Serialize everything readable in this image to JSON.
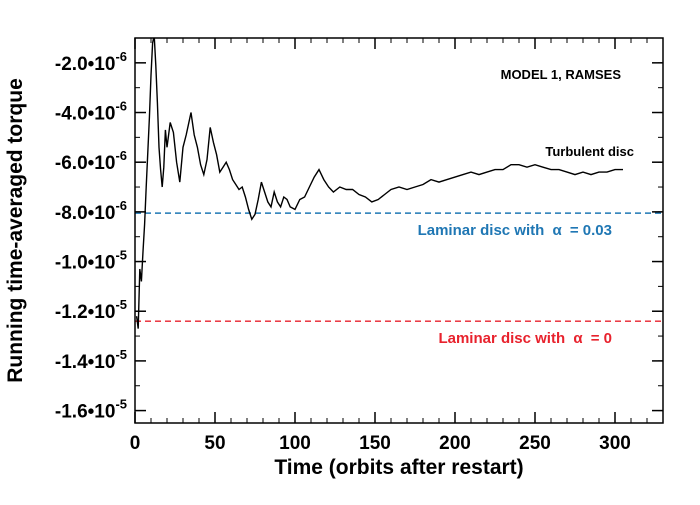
{
  "chart_data": {
    "type": "line",
    "title": "",
    "xlabel": "Time (orbits after restart)",
    "ylabel": "Running time-averaged torque",
    "xlim": [
      0,
      330
    ],
    "ylim": [
      -1.65e-05,
      -1e-06
    ],
    "grid": false,
    "x_ticks": [
      {
        "value": 0,
        "label": "0"
      },
      {
        "value": 50,
        "label": "50"
      },
      {
        "value": 100,
        "label": "100"
      },
      {
        "value": 150,
        "label": "150"
      },
      {
        "value": 200,
        "label": "200"
      },
      {
        "value": 250,
        "label": "250"
      },
      {
        "value": 300,
        "label": "300"
      }
    ],
    "y_ticks": [
      {
        "value": -2e-06,
        "mantissa": "-2.0",
        "exponent": "-6"
      },
      {
        "value": -4e-06,
        "mantissa": "-4.0",
        "exponent": "-6"
      },
      {
        "value": -6e-06,
        "mantissa": "-6.0",
        "exponent": "-6"
      },
      {
        "value": -8e-06,
        "mantissa": "-8.0",
        "exponent": "-6"
      },
      {
        "value": -1e-05,
        "mantissa": "-1.0",
        "exponent": "-5"
      },
      {
        "value": -1.2e-05,
        "mantissa": "-1.2",
        "exponent": "-5"
      },
      {
        "value": -1.4e-05,
        "mantissa": "-1.4",
        "exponent": "-5"
      },
      {
        "value": -1.6e-05,
        "mantissa": "-1.6",
        "exponent": "-5"
      }
    ],
    "model_label": "MODEL 1, RAMSES",
    "series": [
      {
        "name": "Turbulent disc",
        "color": "#000000",
        "style": "solid",
        "x": [
          1,
          2,
          3,
          4,
          5,
          6,
          7,
          8,
          9,
          10,
          11,
          12,
          13,
          14,
          15,
          16,
          17,
          18,
          19,
          20,
          22,
          24,
          26,
          28,
          30,
          32,
          34,
          35,
          37,
          39,
          41,
          43,
          45,
          47,
          49,
          51,
          53,
          55,
          57,
          59,
          61,
          63,
          65,
          67,
          69,
          71,
          73,
          75,
          77,
          79,
          81,
          83,
          85,
          87,
          89,
          91,
          93,
          95,
          97,
          100,
          103,
          106,
          109,
          112,
          115,
          118,
          121,
          124,
          128,
          132,
          136,
          140,
          144,
          148,
          152,
          156,
          160,
          165,
          170,
          175,
          180,
          185,
          190,
          195,
          200,
          205,
          210,
          215,
          220,
          225,
          230,
          235,
          240,
          245,
          250,
          255,
          260,
          265,
          270,
          275,
          280,
          285,
          290,
          295,
          300,
          305
        ],
        "y": [
          -1.22e-05,
          -1.27e-05,
          -1.03e-05,
          -1.08e-05,
          -9.6e-06,
          -8.5e-06,
          -7e-06,
          -5.6e-06,
          -4.2e-06,
          -2.5e-06,
          -1.2e-06,
          -9e-07,
          -2.1e-06,
          -3.6e-06,
          -5.4e-06,
          -6.3e-06,
          -7e-06,
          -6.2e-06,
          -4.7e-06,
          -5.4e-06,
          -4.4e-06,
          -4.8e-06,
          -6e-06,
          -6.8e-06,
          -5.4e-06,
          -4.9e-06,
          -4.3e-06,
          -4e-06,
          -4.9e-06,
          -5.4e-06,
          -6.1e-06,
          -6.5e-06,
          -5.9e-06,
          -4.6e-06,
          -5.2e-06,
          -5.7e-06,
          -6.4e-06,
          -6.2e-06,
          -6e-06,
          -6.3e-06,
          -6.7e-06,
          -6.9e-06,
          -7.1e-06,
          -7e-06,
          -7.4e-06,
          -7.9e-06,
          -8.3e-06,
          -8.1e-06,
          -7.5e-06,
          -6.8e-06,
          -7.2e-06,
          -7.6e-06,
          -7.8e-06,
          -7.2e-06,
          -7.6e-06,
          -7.8e-06,
          -7.4e-06,
          -7.5e-06,
          -7.8e-06,
          -7.9e-06,
          -7.5e-06,
          -7.4e-06,
          -7e-06,
          -6.6e-06,
          -6.3e-06,
          -6.7e-06,
          -7e-06,
          -7.2e-06,
          -7e-06,
          -7.1e-06,
          -7.1e-06,
          -7.3e-06,
          -7.4e-06,
          -7.6e-06,
          -7.5e-06,
          -7.3e-06,
          -7.1e-06,
          -7e-06,
          -7.1e-06,
          -7e-06,
          -6.9e-06,
          -6.7e-06,
          -6.8e-06,
          -6.7e-06,
          -6.6e-06,
          -6.5e-06,
          -6.4e-06,
          -6.5e-06,
          -6.4e-06,
          -6.3e-06,
          -6.3e-06,
          -6.1e-06,
          -6.1e-06,
          -6.2e-06,
          -6.1e-06,
          -6.2e-06,
          -6.3e-06,
          -6.3e-06,
          -6.4e-06,
          -6.5e-06,
          -6.4e-06,
          -6.5e-06,
          -6.4e-06,
          -6.4e-06,
          -6.3e-06,
          -6.3e-06
        ]
      }
    ],
    "reference_lines": [
      {
        "label": "Laminar disc with",
        "symbol": "α",
        "value_text": "= 0.03",
        "y": -8.05e-06,
        "color": "#1f77b4",
        "style": "dashed"
      },
      {
        "label": "Laminar disc with",
        "symbol": "α",
        "value_text": "= 0",
        "y": -1.24e-05,
        "color": "#e8222d",
        "style": "dashed"
      }
    ]
  }
}
